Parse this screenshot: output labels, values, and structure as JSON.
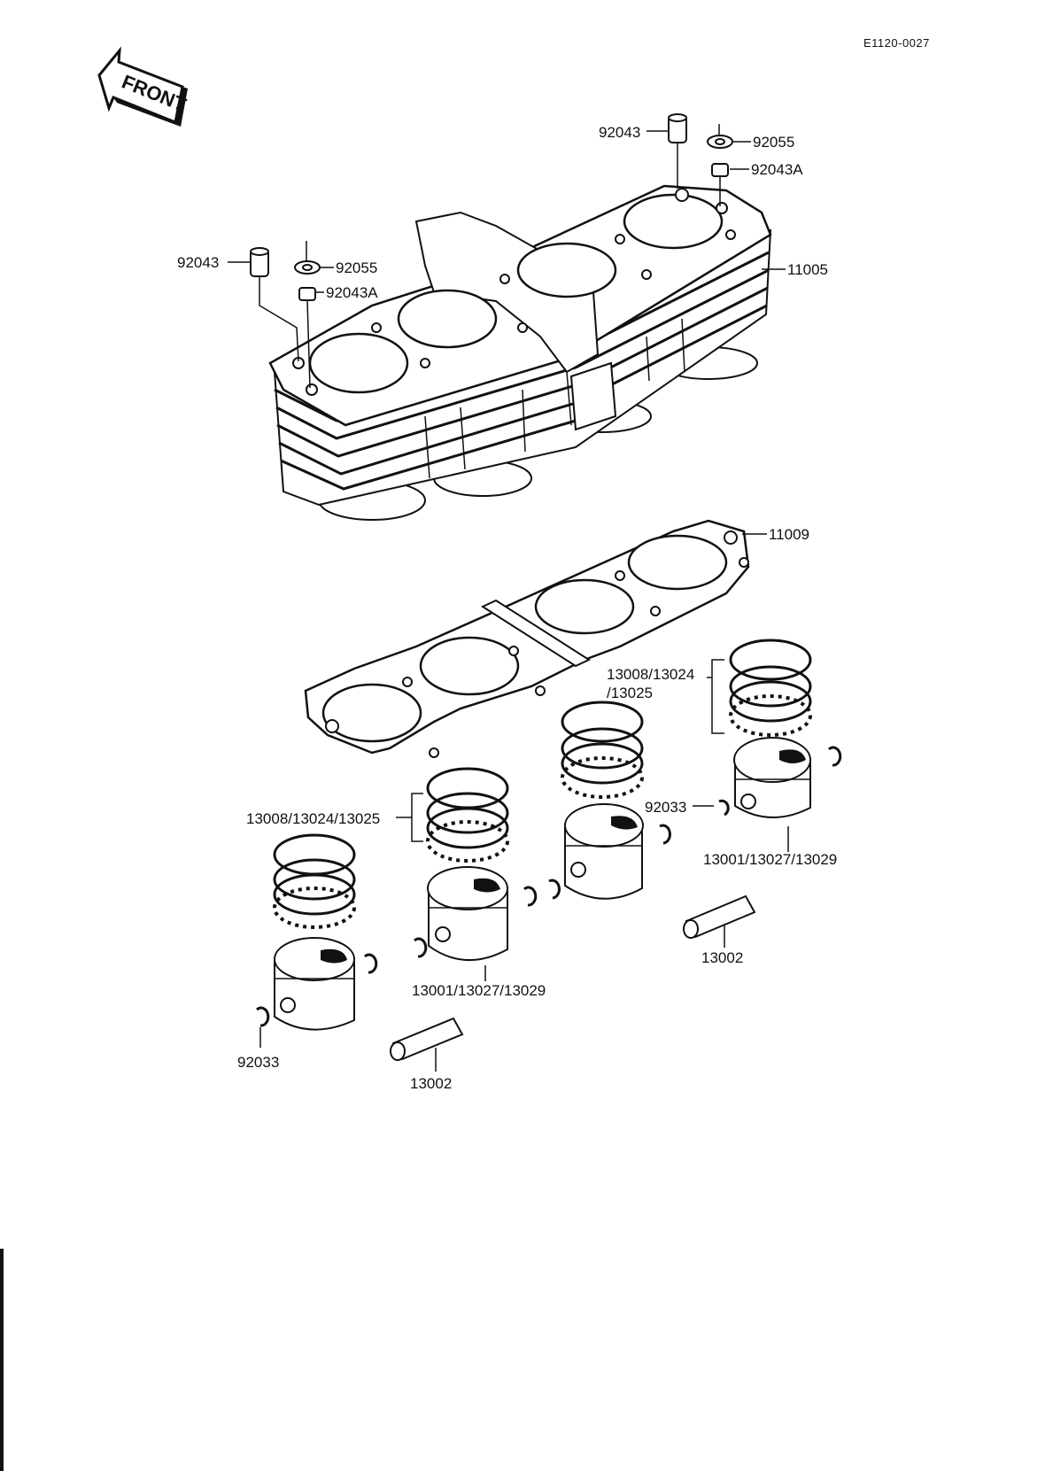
{
  "diagram_code": "E1120-0027",
  "front_label": "FRONT",
  "labels": {
    "dowel_pin_upper": "92043",
    "washer_upper": "92055",
    "dowel_a_upper": "92043A",
    "dowel_pin_left": "92043",
    "washer_left": "92055",
    "dowel_a_left": "92043A",
    "cylinder_block": "11005",
    "head_gasket": "11009",
    "rings_upper_line1": "13008/13024",
    "rings_upper_line2": "/13025",
    "rings_left": "13008/13024/13025",
    "circlip_right": "92033",
    "piston_right": "13001/13027/13029",
    "pin_right": "13002",
    "piston_center": "13001/13027/13029",
    "circlip_left": "92033",
    "pin_left": "13002"
  }
}
